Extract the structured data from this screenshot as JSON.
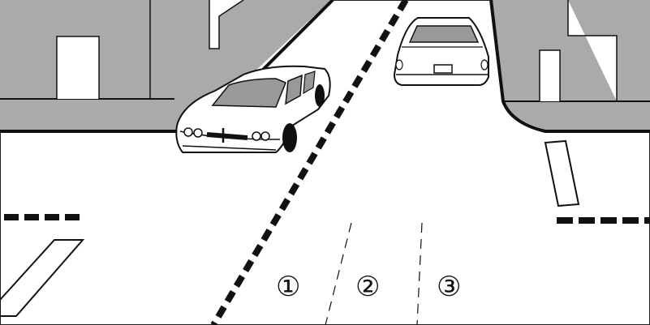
{
  "lanes": [
    {
      "label": "①"
    },
    {
      "label": "②"
    },
    {
      "label": "③"
    }
  ],
  "colors": {
    "building": "#aaaaaa",
    "road": "#ffffff",
    "line": "#111111"
  }
}
